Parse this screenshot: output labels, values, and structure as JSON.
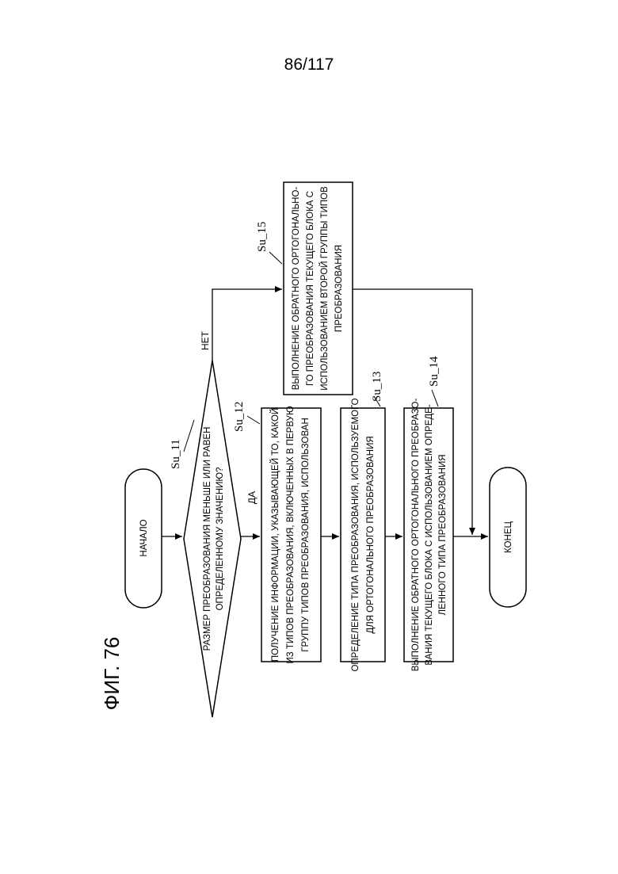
{
  "page_number": "86/117",
  "figure_title": "ФИГ. 76",
  "start": "НАЧАЛО",
  "end": "КОНЕЦ",
  "decision": {
    "ref": "Su_11",
    "lines": [
      "РАЗМЕР ПРЕОБРАЗОВАНИЯ МЕНЬШЕ ИЛИ РАВЕН",
      "ОПРЕДЕЛЕННОМУ ЗНАЧЕНИЮ?"
    ],
    "yes": "ДА",
    "no": "НЕТ"
  },
  "steps": [
    {
      "ref": "Su_12",
      "lines": [
        "ПОЛУЧЕНИЕ ИНФОРМАЦИИ, УКАЗЫВАЮЩЕЙ ТО, КАКОЙ",
        "ИЗ ТИПОВ ПРЕОБРАЗОВАНИЯ, ВКЛЮЧЕННЫХ В ПЕРВУЮ",
        "ГРУППУ ТИПОВ ПРЕОБРАЗОВАНИЯ, ИСПОЛЬЗОВАН"
      ]
    },
    {
      "ref": "Su_13",
      "lines": [
        "ОПРЕДЕЛЕНИЕ ТИПА ПРЕОБРАЗОВАНИЯ, ИСПОЛЬЗУЕМОГО",
        "ДЛЯ ОРТОГОНАЛЬНОГО ПРЕОБРАЗОВАНИЯ"
      ]
    },
    {
      "ref": "Su_14",
      "lines": [
        "ВЫПОЛНЕНИЕ ОБРАТНОГО ОРТОГОНАЛЬНОГО ПРЕОБРАЗО-",
        "ВАНИЯ ТЕКУЩЕГО БЛОКА С ИСПОЛЬЗОВАНИЕМ ОПРЕДЕ-",
        "ЛЕННОГО ТИПА ПРЕОБРАЗОВАНИЯ"
      ]
    },
    {
      "ref": "Su_15",
      "lines": [
        "ВЫПОЛНЕНИЕ ОБРАТНОГО ОРТОГОНАЛЬНО-",
        "ГО ПРЕОБРАЗОВАНИЯ ТЕКУЩЕГО БЛОКА С",
        "ИСПОЛЬЗОВАНИЕМ ВТОРОЙ ГРУППЫ ТИПОВ",
        "ПРЕОБРАЗОВАНИЯ"
      ]
    }
  ]
}
